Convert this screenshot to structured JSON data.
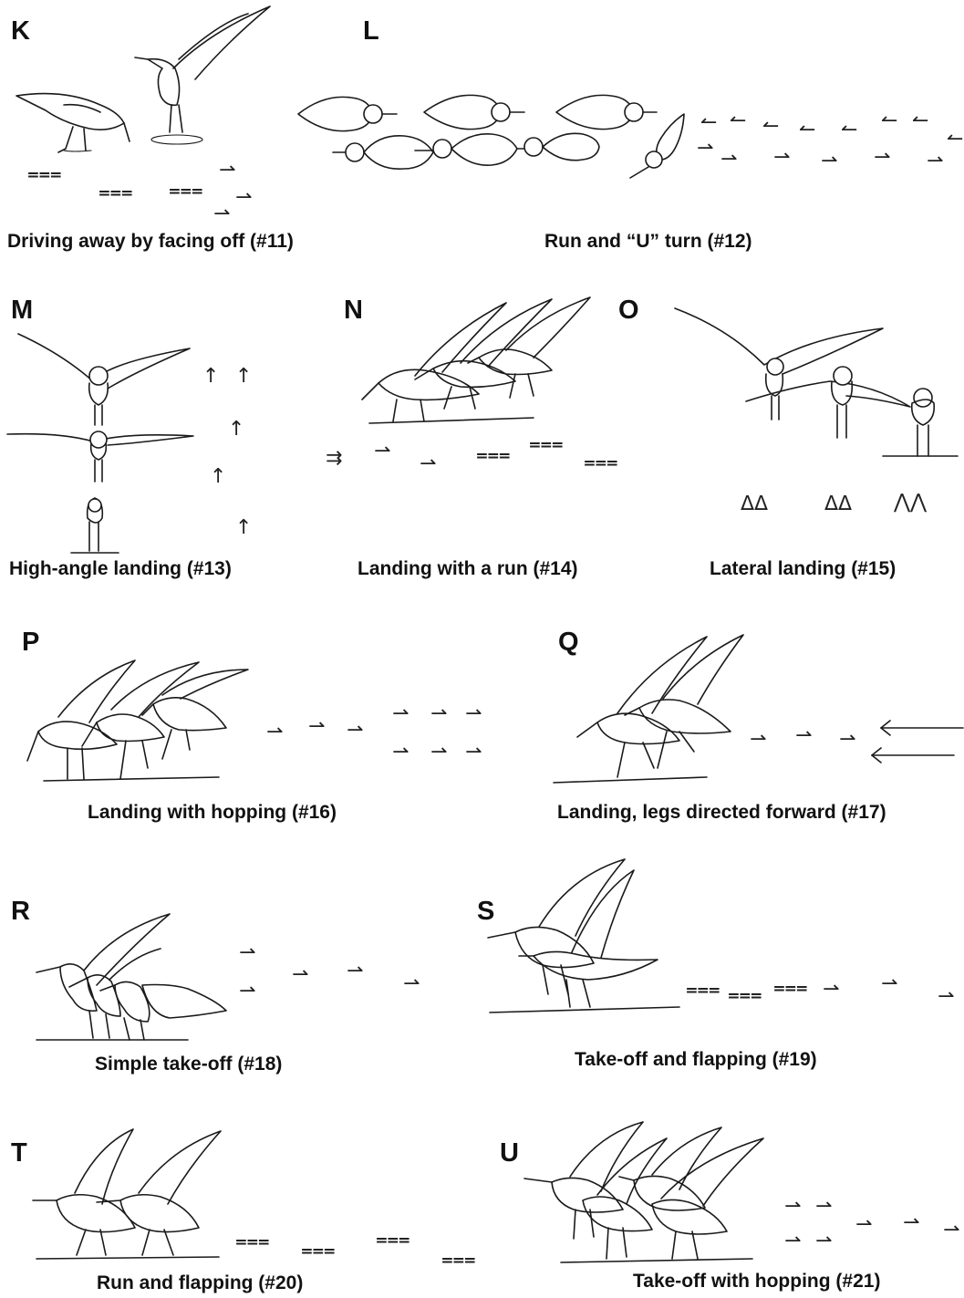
{
  "panels": {
    "K": {
      "letter": "K",
      "caption": "Driving away by facing off (#11)"
    },
    "L": {
      "letter": "L",
      "caption": "Run and “U” turn (#12)"
    },
    "M": {
      "letter": "M",
      "caption": "High-angle landing (#13)"
    },
    "N": {
      "letter": "N",
      "caption": "Landing with a run (#14)"
    },
    "O": {
      "letter": "O",
      "caption": "Lateral landing (#15)"
    },
    "P": {
      "letter": "P",
      "caption": "Landing with hopping (#16)"
    },
    "Q": {
      "letter": "Q",
      "caption": "Landing, legs directed forward (#17)"
    },
    "R": {
      "letter": "R",
      "caption": "Simple take-off (#18)"
    },
    "S": {
      "letter": "S",
      "caption": "Take-off and flapping (#19)"
    },
    "T": {
      "letter": "T",
      "caption": "Run and flapping (#20)"
    },
    "U": {
      "letter": "U",
      "caption": "Take-off with hopping (#21)"
    }
  },
  "icons": {
    "bird": "shorebird-sketch-icon",
    "footprint": "footprint-track-icon",
    "top_view_bird": "bird-top-view-icon"
  },
  "colors": {
    "ink": "#1a1a1a",
    "background": "#ffffff"
  }
}
